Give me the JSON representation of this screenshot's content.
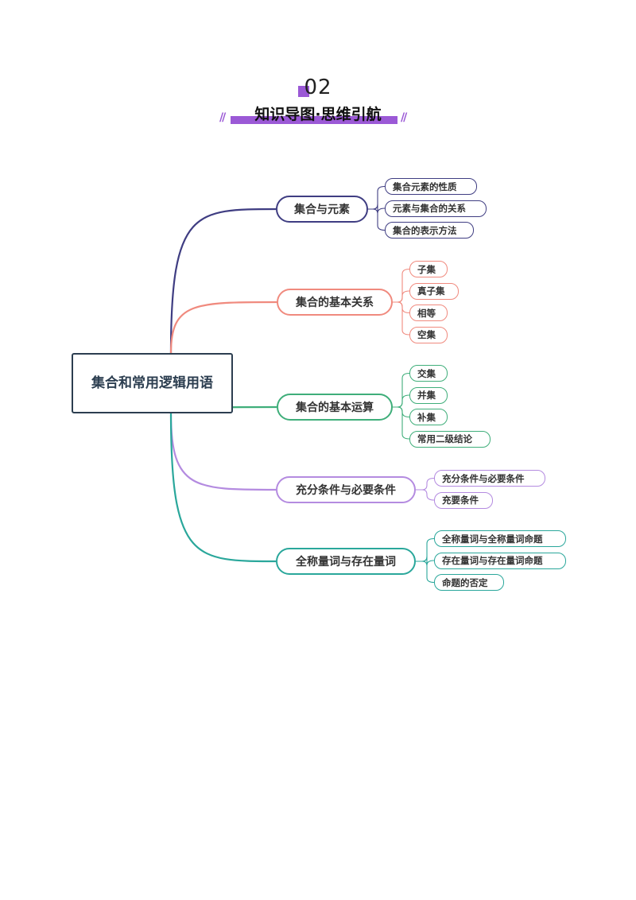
{
  "header": {
    "section_number": "02",
    "section_title": "知识导图·思维引航"
  },
  "mindmap": {
    "root": "集合和常用逻辑用语",
    "branches": [
      {
        "label": "集合与元素",
        "color": "#3f3d82",
        "children": [
          "集合元素的性质",
          "元素与集合的关系",
          "集合的表示方法"
        ]
      },
      {
        "label": "集合的基本关系",
        "color": "#f08a7e",
        "children": [
          "子集",
          "真子集",
          "相等",
          "空集"
        ]
      },
      {
        "label": "集合的基本运算",
        "color": "#3fae7a",
        "children": [
          "交集",
          "并集",
          "补集",
          "常用二级结论"
        ]
      },
      {
        "label": "充分条件与必要条件",
        "color": "#b48be0",
        "children": [
          "充分条件与必要条件",
          "充要条件"
        ]
      },
      {
        "label": "全称量词与存在量词",
        "color": "#2aa79b",
        "children": [
          "全称量词与全称量词命题",
          "存在量词与存在量词命题",
          "命题的否定"
        ]
      }
    ]
  }
}
